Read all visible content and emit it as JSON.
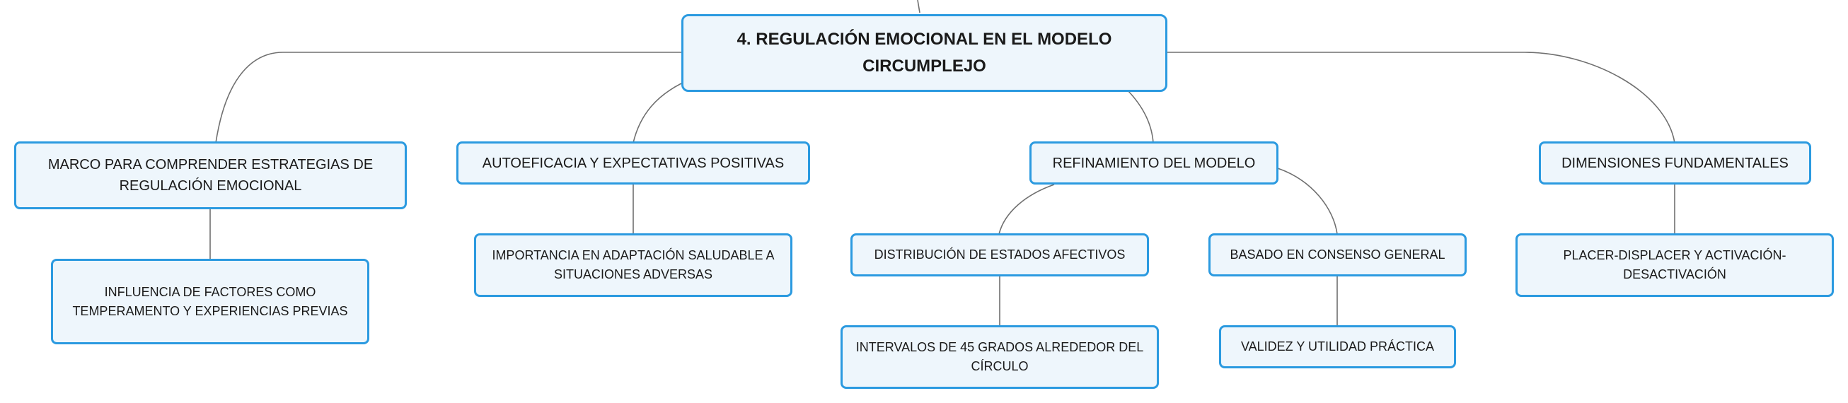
{
  "diagram": {
    "root": "4. REGULACIÓN EMOCIONAL EN EL MODELO CIRCUMPLEJO",
    "branches": [
      {
        "label": "MARCO PARA COMPRENDER ESTRATEGIAS DE REGULACIÓN EMOCIONAL",
        "children": [
          "INFLUENCIA DE FACTORES COMO TEMPERAMENTO Y EXPERIENCIAS PREVIAS"
        ]
      },
      {
        "label": "AUTOEFICACIA Y EXPECTATIVAS POSITIVAS",
        "children": [
          "IMPORTANCIA EN ADAPTACIÓN SALUDABLE A SITUACIONES ADVERSAS"
        ]
      },
      {
        "label": "REFINAMIENTO DEL MODELO",
        "children": [
          {
            "label": "DISTRIBUCIÓN DE ESTADOS AFECTIVOS",
            "children": [
              "INTERVALOS DE 45 GRADOS ALREDEDOR DEL CÍRCULO"
            ]
          },
          {
            "label": "BASADO EN CONSENSO GENERAL",
            "children": [
              "VALIDEZ Y UTILIDAD PRÁCTICA"
            ]
          }
        ]
      },
      {
        "label": "DIMENSIONES FUNDAMENTALES",
        "children": [
          "PLACER-DISPLACER Y ACTIVACIÓN-DESACTIVACIÓN"
        ]
      }
    ]
  },
  "colors": {
    "node_fill": "#eef6fc",
    "node_border": "#2b9ae0",
    "connector": "#707070",
    "text": "#1a1a1a"
  }
}
